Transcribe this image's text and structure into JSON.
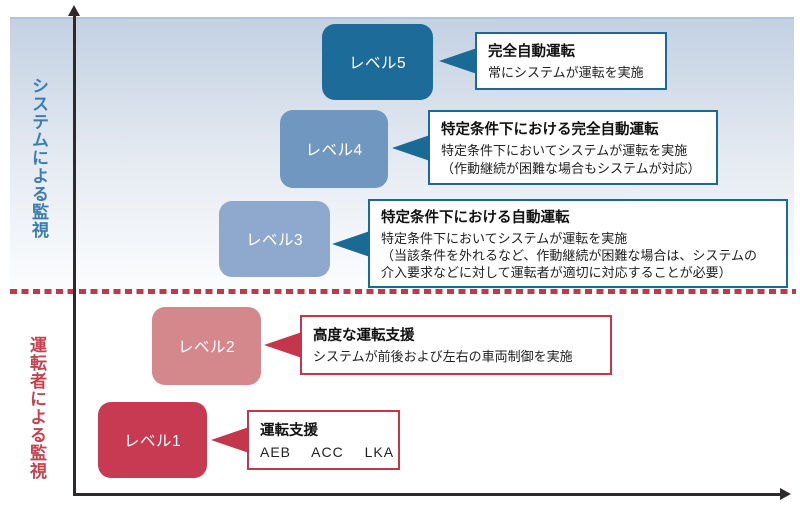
{
  "axis": {
    "upper_label": "システムによる監視",
    "lower_label": "運転者による監視",
    "upper_label_color": "#3b7db1",
    "lower_label_color": "#c4434f"
  },
  "levels": [
    {
      "id": "level-5",
      "label": "レベル5",
      "box_color": "#1d6b99",
      "accent_color": "#1a6a96",
      "callout": {
        "title": "完全自動運転",
        "lines": [
          "常にシステムが運転を実施"
        ]
      }
    },
    {
      "id": "level-4",
      "label": "レベル4",
      "box_color": "#6f97c0",
      "accent_color": "#1a6a96",
      "callout": {
        "title": "特定条件下における完全自動運転",
        "lines": [
          "特定条件下においてシステムが運転を実施",
          "（作動継続が困難な場合もシステムが対応）"
        ]
      }
    },
    {
      "id": "level-3",
      "label": "レベル3",
      "box_color": "#8ea9cd",
      "accent_color": "#1a6a96",
      "callout": {
        "title": "特定条件下における自動運転",
        "lines": [
          "特定条件下においてシステムが運転を実施",
          "（当該条件を外れるなど、作動継続が困難な場合は、システムの",
          "介入要求などに対して運転者が適切に対応することが必要）"
        ]
      }
    },
    {
      "id": "level-2",
      "label": "レベル2",
      "box_color": "#d5888c",
      "accent_color": "#c5364b",
      "callout": {
        "title": "高度な運転支援",
        "lines": [
          "システムが前後および左右の車両制御を実施"
        ]
      }
    },
    {
      "id": "level-1",
      "label": "レベル1",
      "box_color": "#c83a51",
      "accent_color": "#c5364b",
      "callout": {
        "title": "運転支援",
        "lines": [
          "AEB ACC LKA"
        ]
      }
    }
  ],
  "colors": {
    "divider": "#c5364b",
    "region_gradient_top": "#c3d1e2",
    "region_gradient_bottom": "#fcfdfe",
    "axis": "#2e2a2b",
    "callout_background": "#ffffff",
    "level_label_text": "#ffffff"
  }
}
